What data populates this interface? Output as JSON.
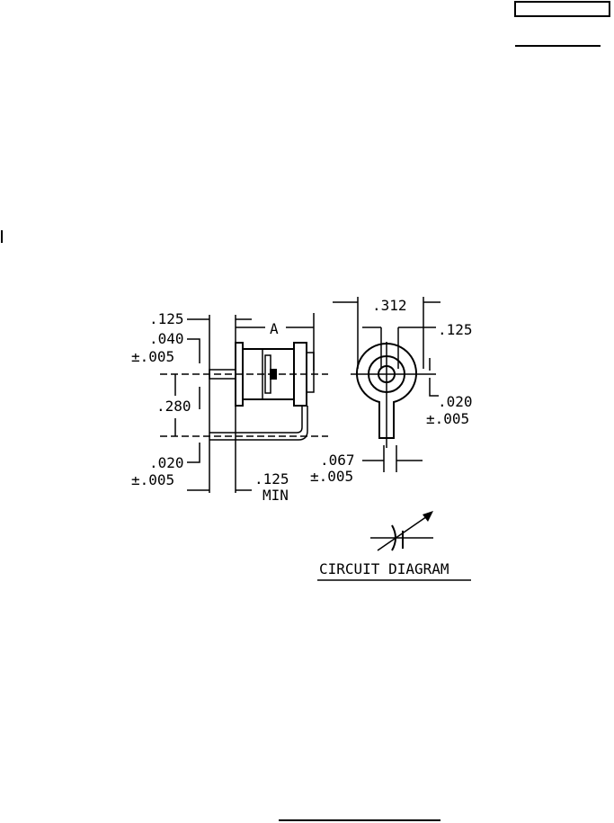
{
  "side_view": {
    "dim_lead_length": ".125",
    "dim_pin_dia": ".040",
    "dim_pin_tol": "±.005",
    "dim_spacing": ".280",
    "dim_lead_dia": ".020",
    "dim_lead_tol": "±.005",
    "dim_min_length": ".125",
    "dim_min_label": "MIN",
    "dim_body": "A"
  },
  "end_view": {
    "dim_outer": ".312",
    "dim_inner": ".125",
    "dim_gap": ".020",
    "dim_gap_tol": "±.005",
    "dim_tab": ".067",
    "dim_tab_tol": "±.005"
  },
  "circuit": {
    "label": "CIRCUIT DIAGRAM"
  }
}
